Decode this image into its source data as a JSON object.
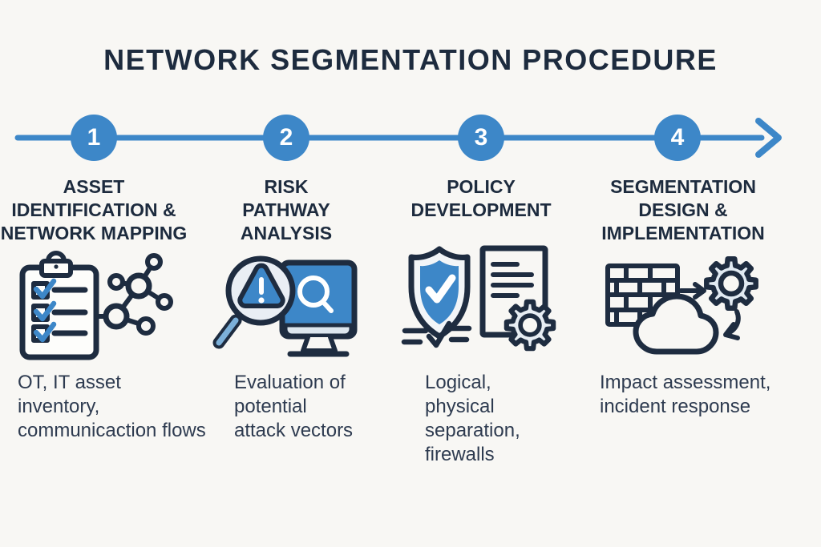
{
  "title": "NETWORK SEGMENTATION PROCEDURE",
  "colors": {
    "accent_blue": "#3d87c8",
    "outline_navy": "#1e2c40",
    "light_fill": "#e9eef4",
    "background": "#f8f7f4",
    "body_text": "#2e3b50"
  },
  "timeline": {
    "direction": "left-to-right",
    "arrow": "right"
  },
  "steps": [
    {
      "number": "1",
      "heading": [
        "ASSET",
        "IDENTIFICATION &",
        "NETWORK MAPPING"
      ],
      "icon": "clipboard-checklist-network-icon",
      "description": [
        "OT, IT asset",
        "inventory,",
        "communicaction flows"
      ]
    },
    {
      "number": "2",
      "heading": [
        "RISK",
        "PATHWAY",
        "ANALYSIS"
      ],
      "icon": "magnifier-warning-monitor-icon",
      "description": [
        "Evaluation of",
        "potential",
        "attack vectors"
      ]
    },
    {
      "number": "3",
      "heading": [
        "POLICY",
        "DEVELOPMENT"
      ],
      "icon": "shield-document-gear-icon",
      "description": [
        "Logical,",
        "physical",
        "separation,",
        "firewalls"
      ]
    },
    {
      "number": "4",
      "heading": [
        "SEGMENTATION",
        "DESIGN &",
        "IMPLEMENTATION"
      ],
      "icon": "firewall-gear-cloud-icon",
      "description": [
        "Impact assessment,",
        "incident response"
      ]
    }
  ]
}
